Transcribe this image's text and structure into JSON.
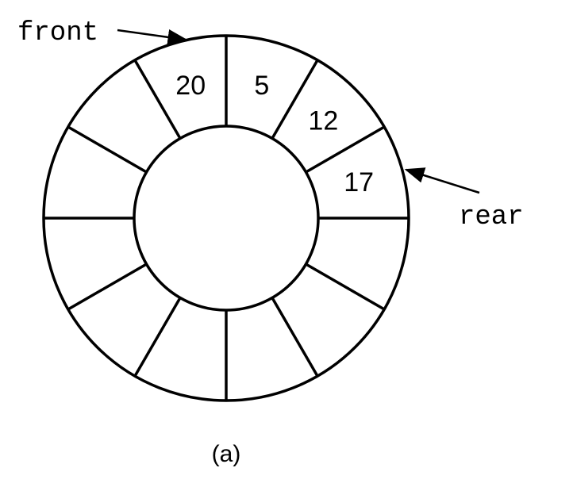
{
  "queue": {
    "slot_count": 12,
    "slots": [
      {
        "index": 0,
        "value": "5"
      },
      {
        "index": 1,
        "value": "12"
      },
      {
        "index": 2,
        "value": "17"
      },
      {
        "index": 11,
        "value": "20"
      }
    ],
    "front_slot": 11,
    "rear_slot": 2
  },
  "labels": {
    "front": "front",
    "rear": "rear",
    "caption": "(a)"
  }
}
